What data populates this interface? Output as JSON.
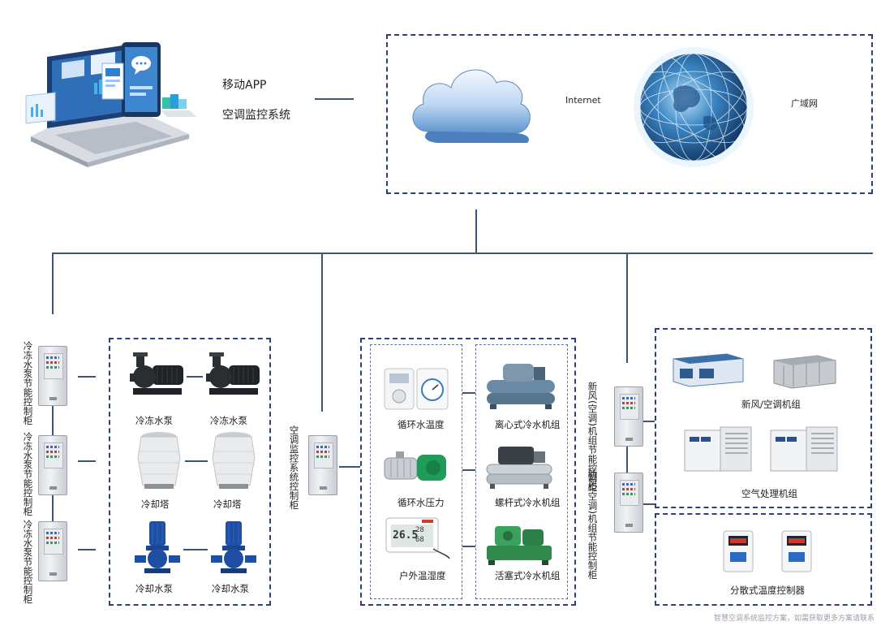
{
  "top": {
    "app_label": "移动APP",
    "system_label": "空调监控系统",
    "internet_label": "Internet",
    "wan_label": "广域网"
  },
  "left_cabinets": [
    {
      "label": "冷冻水泵节能控制柜"
    },
    {
      "label": "冷冻水泵节能控制柜"
    },
    {
      "label": "冷冻水泵节能控制柜"
    }
  ],
  "pumps": {
    "row1": [
      "冷冻水泵",
      "冷冻水泵"
    ],
    "row2": [
      "冷却塔",
      "冷却塔"
    ],
    "row3": [
      "冷却水泵",
      "冷却水泵"
    ]
  },
  "center_cabinet": {
    "label": "空调监控系统控制柜"
  },
  "sensors": {
    "left": [
      "循环水温度",
      "循环水压力",
      "户外温湿度"
    ],
    "right": [
      "离心式冷水机组",
      "螺杆式冷水机组",
      "活塞式冷水机组"
    ],
    "temp_display": [
      "26.5",
      "28",
      "68"
    ]
  },
  "right_cabinets": [
    {
      "label": "新风(空调)机组节能控制柜"
    },
    {
      "label": "新风(空调)机组节能控制柜"
    }
  ],
  "units": {
    "fresh_air": "新风/空调机组",
    "air_handling": "空气处理机组",
    "temp_controller": "分散式温度控制器"
  },
  "watermark": "智慧空调系统监控方案，如需获取更多方案请联系"
}
